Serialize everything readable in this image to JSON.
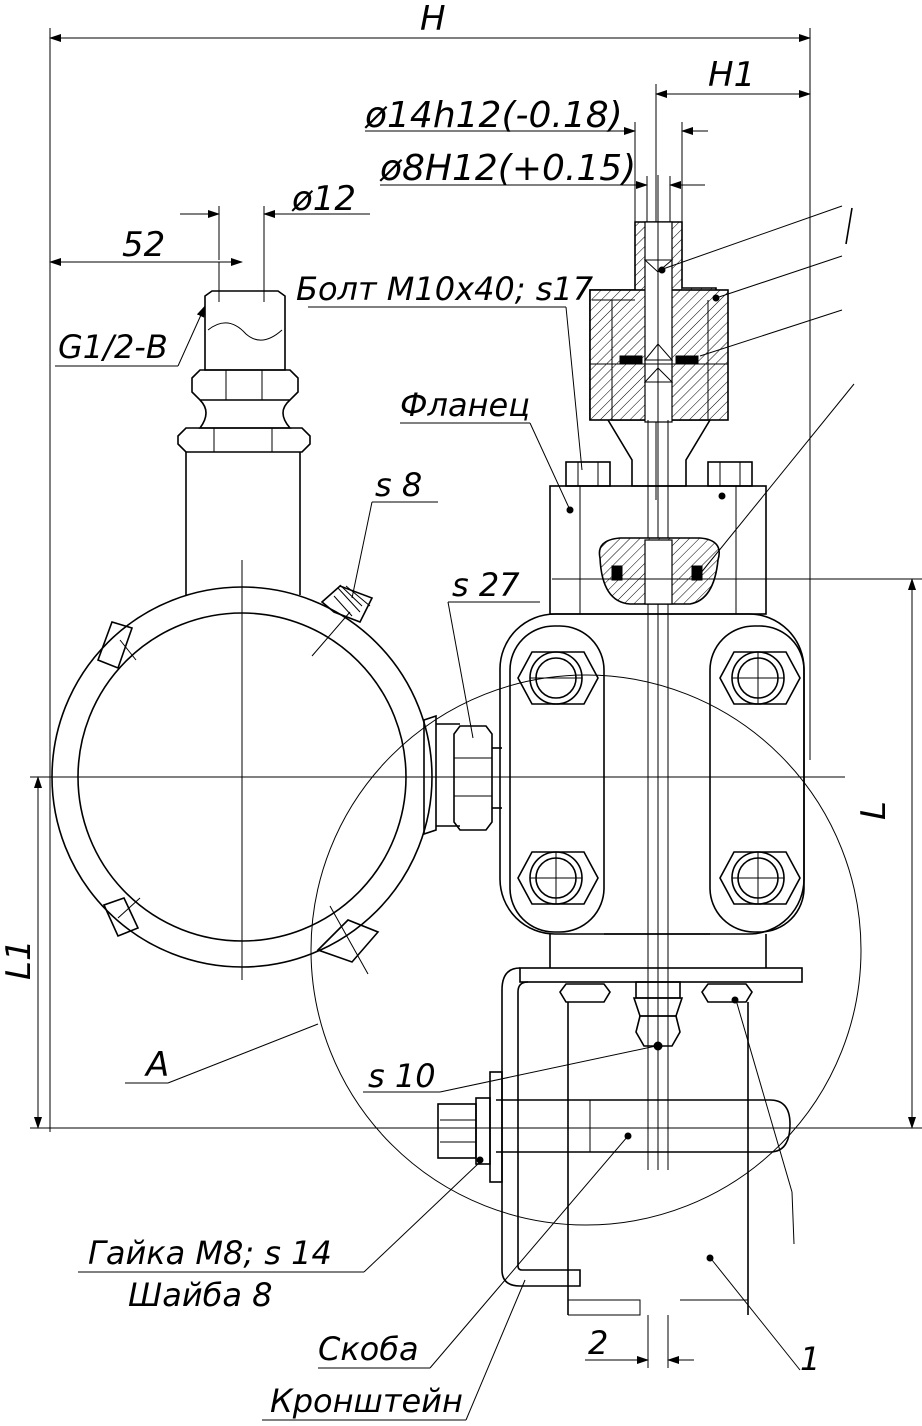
{
  "labels": {
    "dim_h": "H",
    "dim_h1": "H1",
    "dim_phi14": "ø14h12(-0.18)",
    "dim_phi8": "ø8H12(+0.15)",
    "dim_phi12": "ø12",
    "dim_52": "52",
    "thread": "G1/2-B",
    "bolt": "Болт M10x40; s17",
    "flange": "Фланец",
    "s8": "s 8",
    "s27": "s 27",
    "s10": "s 10",
    "detail_a": "A",
    "dim_l": "L",
    "dim_l1": "L1",
    "nut_washer_1": "Гайка M8; s 14",
    "nut_washer_2": "Шайба 8",
    "bracket": "Скоба",
    "support": "Кронштейн",
    "dim_2": "2",
    "ref_1": "1"
  },
  "colors": {
    "line": "#000000",
    "background": "#ffffff"
  }
}
